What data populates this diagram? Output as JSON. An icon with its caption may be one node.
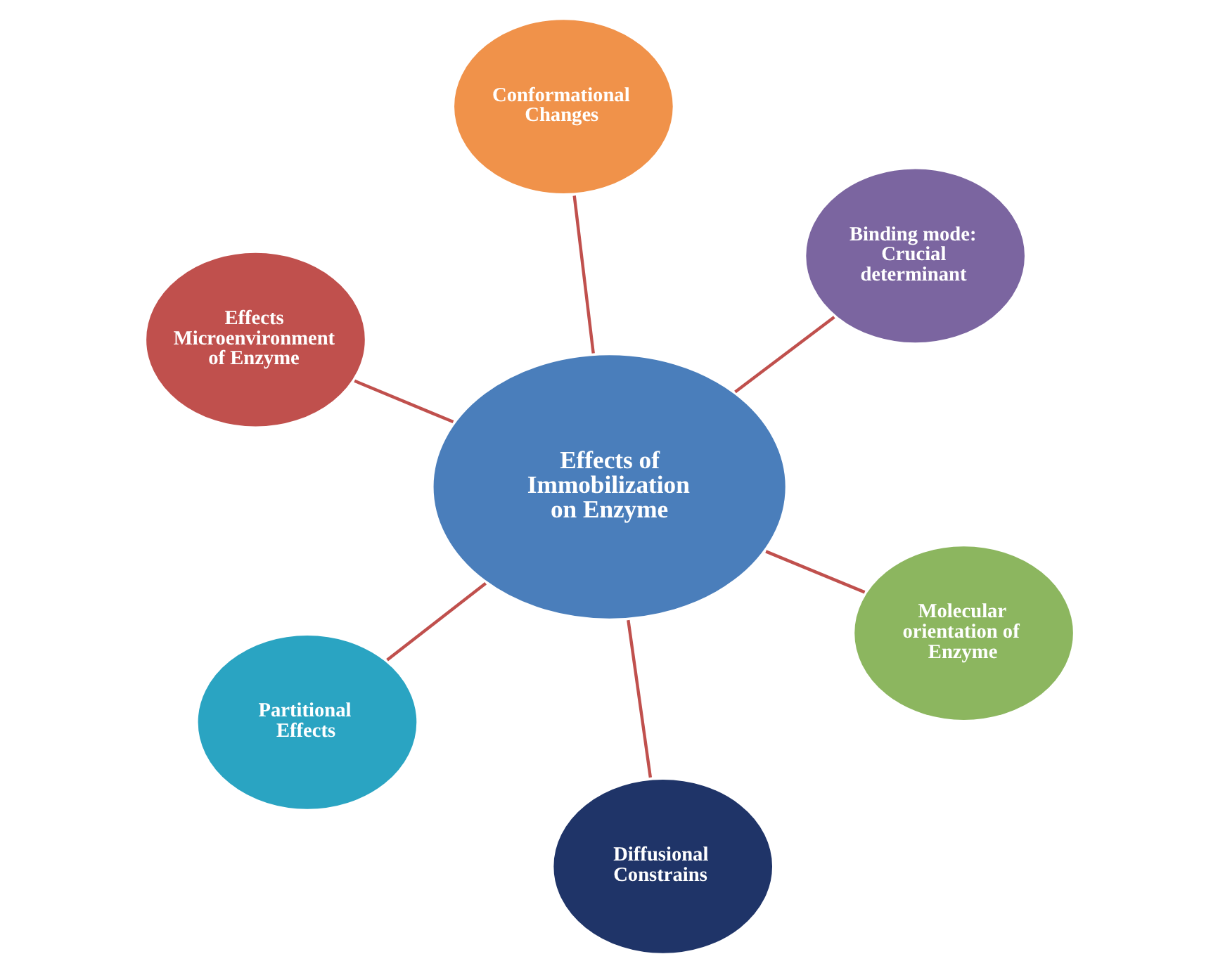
{
  "diagram": {
    "nodes": [
      {
        "text": [
          "Effects Microenvironment of Enzyme"
        ]
      },
      {
        "text": [
          "Molecular orientation of Enzyme"
        ]
      },
      {
        "text": [
          "Diffusional Constrains"
        ]
      },
      {
        "text": [
          "Effects of Immobilization on Enzyme"
        ]
      },
      {
        "text": [
          "Binding mode: Crucial determinant"
        ]
      },
      {
        "text": [
          "Conformational Changes"
        ]
      },
      {
        "text": [
          "Partitional Effects"
        ]
      }
    ],
    "edges": [
      {
        "from": 3,
        "to": 0,
        "arrow": "none"
      },
      {
        "from": 3,
        "to": 1,
        "arrow": "none"
      },
      {
        "from": 3,
        "to": 4,
        "arrow": "none"
      },
      {
        "from": 3,
        "to": 6,
        "arrow": "none"
      },
      {
        "from": 3,
        "to": 5,
        "arrow": "none"
      },
      {
        "from": 3,
        "to": 2,
        "arrow": "none"
      }
    ]
  }
}
